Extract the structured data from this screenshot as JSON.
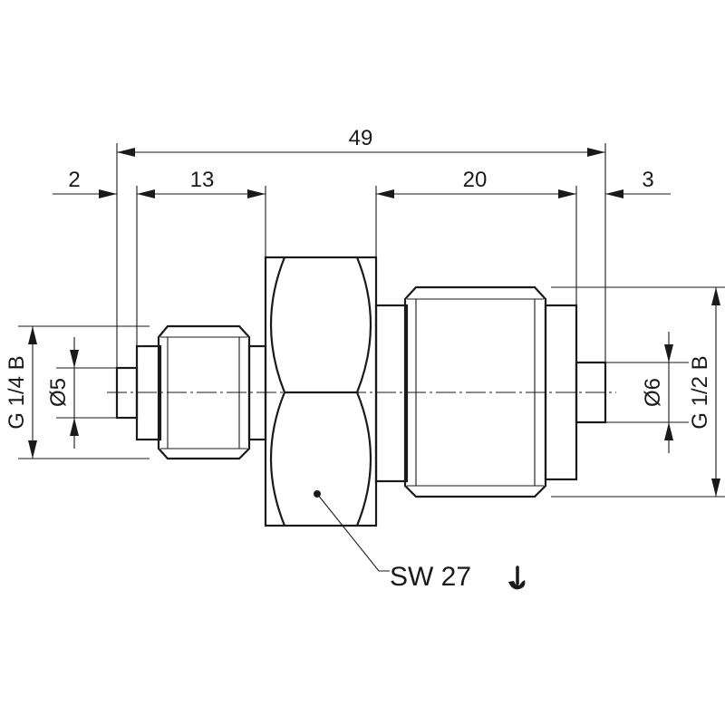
{
  "dimensions": {
    "overall_length": "49",
    "left_tip": "2",
    "left_thread_length": "13",
    "right_thread_length": "20",
    "right_tip": "3",
    "left_bore": "Ø5",
    "right_bore": "Ø6",
    "left_thread": "G 1/4 B",
    "right_thread": "G 1/2 B"
  },
  "callout": {
    "wrench_size": "SW 27"
  },
  "icons": {
    "wrench": "wrench-icon"
  }
}
